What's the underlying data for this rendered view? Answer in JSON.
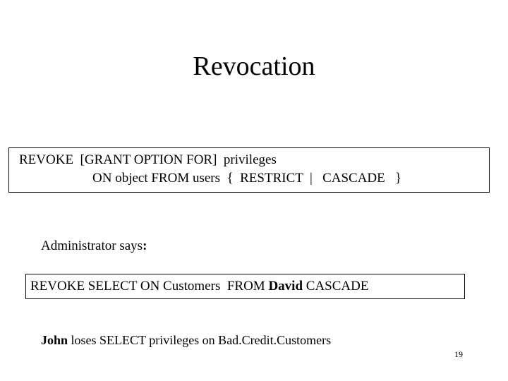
{
  "slide": {
    "title": "Revocation",
    "syntax": {
      "line1": "REVOKE  [GRANT OPTION FOR]  privileges",
      "line2": "ON object FROM users  {  RESTRICT  |   CASCADE   }"
    },
    "admin_label": "Administrator says",
    "admin_label_colon": ":",
    "example": {
      "part1": "REVOKE SELECT ON Customers  FROM ",
      "user": "David",
      "part2": " CASCADE"
    },
    "result": {
      "user": "John",
      "text": " loses SELECT privileges on Bad.Credit.Customers"
    },
    "page_number": "19"
  }
}
